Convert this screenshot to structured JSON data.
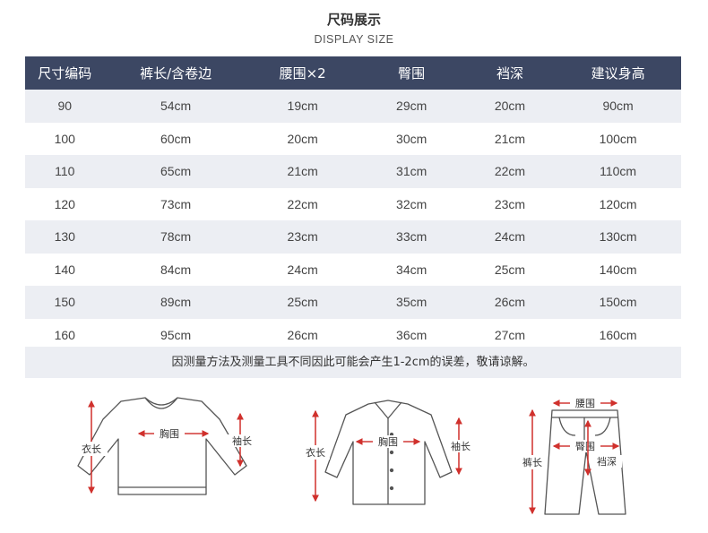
{
  "header": {
    "title": "尺码展示",
    "subtitle": "DISPLAY SIZE"
  },
  "table": {
    "headers": [
      "尺寸编码",
      "裤长/含卷边",
      "腰围×2",
      "臀围",
      "裆深",
      "建议身高"
    ],
    "rows": [
      [
        "90",
        "54cm",
        "19cm",
        "29cm",
        "20cm",
        "90cm"
      ],
      [
        "100",
        "60cm",
        "20cm",
        "30cm",
        "21cm",
        "100cm"
      ],
      [
        "110",
        "65cm",
        "21cm",
        "31cm",
        "22cm",
        "110cm"
      ],
      [
        "120",
        "73cm",
        "22cm",
        "32cm",
        "23cm",
        "120cm"
      ],
      [
        "130",
        "78cm",
        "23cm",
        "33cm",
        "24cm",
        "130cm"
      ],
      [
        "140",
        "84cm",
        "24cm",
        "34cm",
        "25cm",
        "140cm"
      ],
      [
        "150",
        "89cm",
        "25cm",
        "35cm",
        "26cm",
        "150cm"
      ],
      [
        "160",
        "95cm",
        "26cm",
        "36cm",
        "27cm",
        "160cm"
      ]
    ]
  },
  "note": "因测量方法及测量工具不同因此可能会产生1-2cm的误差，敬请谅解。",
  "diagrams": {
    "sweater": {
      "body_length": "衣长",
      "chest": "胸围",
      "sleeve": "袖长"
    },
    "shirt": {
      "body_length": "衣长",
      "chest": "胸围",
      "sleeve": "袖长"
    },
    "pants": {
      "waist": "腰围",
      "hip": "臀围",
      "length": "裤长",
      "rise": "裆深"
    }
  },
  "colors": {
    "header_bg": "#3c4763",
    "stripe": "#eceef3",
    "arrow": "#d0312d"
  }
}
